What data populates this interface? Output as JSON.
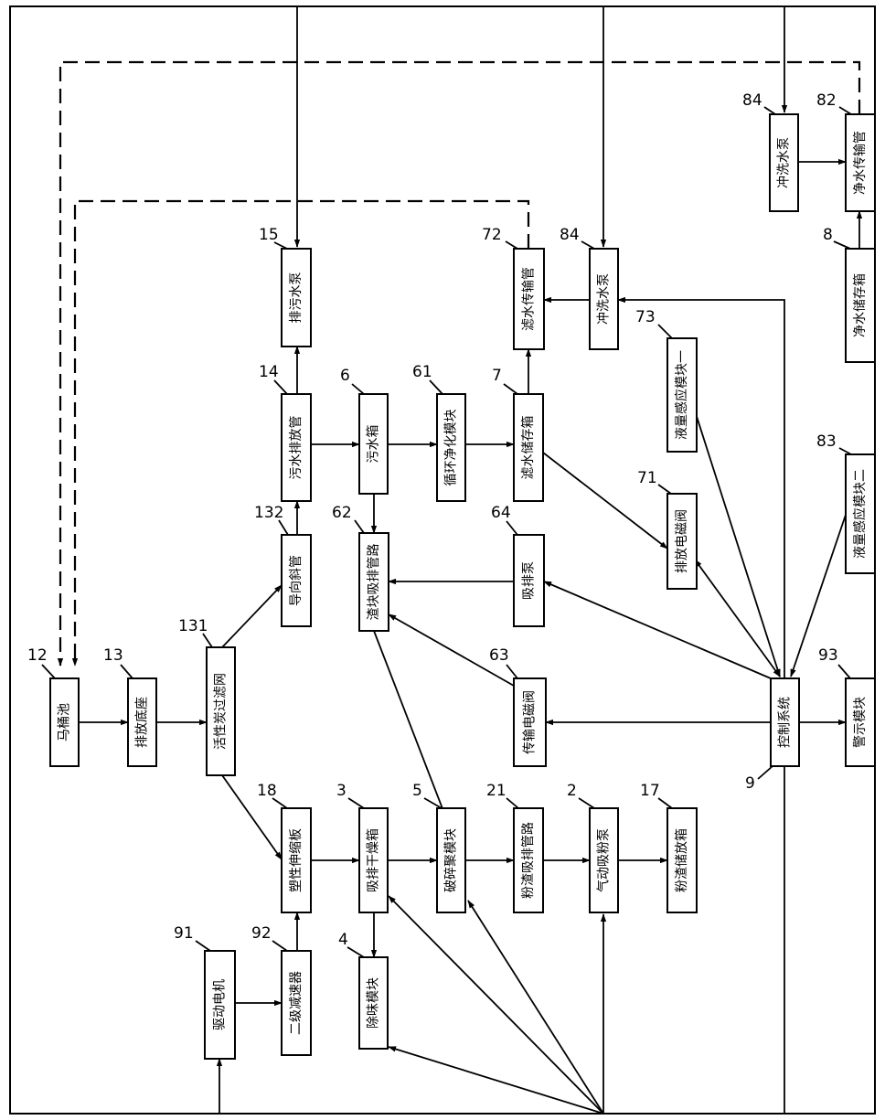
{
  "nodes": {
    "n12": {
      "number": "12",
      "label": "马桶池"
    },
    "n13": {
      "number": "13",
      "label": "排放底座"
    },
    "n131": {
      "number": "131",
      "label": "活性炭过滤网"
    },
    "n132": {
      "number": "132",
      "label": "导向斜管"
    },
    "n14": {
      "number": "14",
      "label": "污水排放管"
    },
    "n15": {
      "number": "15",
      "label": "排污水泵"
    },
    "n6": {
      "number": "6",
      "label": "污水箱"
    },
    "n61": {
      "number": "61",
      "label": "循环净化模块"
    },
    "n62": {
      "number": "62",
      "label": "渣块吸排管路"
    },
    "n63": {
      "number": "63",
      "label": "传输电磁阀"
    },
    "n64": {
      "number": "64",
      "label": "吸排泵"
    },
    "n7": {
      "number": "7",
      "label": "滤水储存箱"
    },
    "n71": {
      "number": "71",
      "label": "排放电磁阀"
    },
    "n72": {
      "number": "72",
      "label": "滤水传输管"
    },
    "n73": {
      "number": "73",
      "label": "液量感应模块一"
    },
    "n84a": {
      "number": "84",
      "label": "冲洗水泵"
    },
    "n84b": {
      "number": "84",
      "label": "冲洗水泵"
    },
    "n82": {
      "number": "82",
      "label": "净水传输管"
    },
    "n8": {
      "number": "8",
      "label": "净水储存箱"
    },
    "n83": {
      "number": "83",
      "label": "液量感应模块二"
    },
    "n9": {
      "number": "9",
      "label": "控制系统"
    },
    "n93": {
      "number": "93",
      "label": "警示模块"
    },
    "n18": {
      "number": "18",
      "label": "塑性伸缩板"
    },
    "n3": {
      "number": "3",
      "label": "吸排干燥箱"
    },
    "n5": {
      "number": "5",
      "label": "破碎聚模块"
    },
    "n21": {
      "number": "21",
      "label": "粉渣吸排管路"
    },
    "n2": {
      "number": "2",
      "label": "气动吸粉泵"
    },
    "n17": {
      "number": "17",
      "label": "粉渣储放箱"
    },
    "n4": {
      "number": "4",
      "label": "除味模块"
    },
    "n91": {
      "number": "91",
      "label": "驱动电机"
    },
    "n92": {
      "number": "92",
      "label": "二级减速器"
    }
  }
}
